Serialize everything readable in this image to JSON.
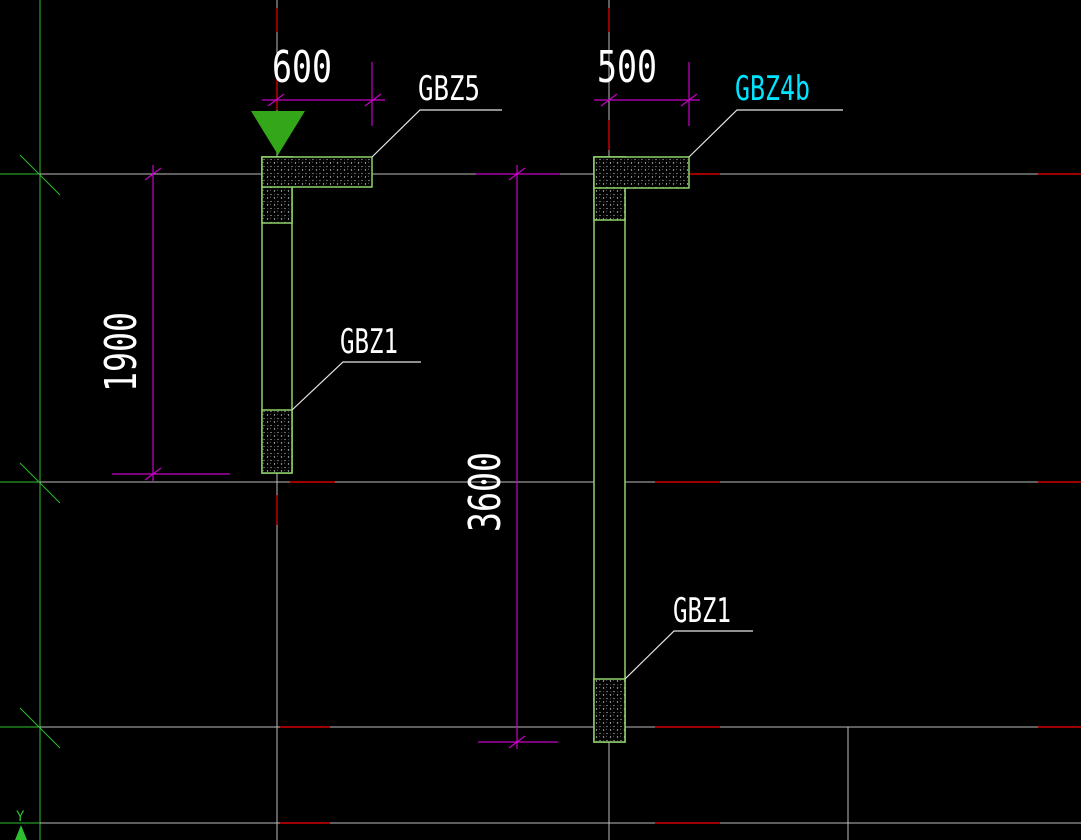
{
  "drawing": {
    "colors": {
      "background": "#000000",
      "axis_grey": "#bdbdbd",
      "axis_red": "#d20000",
      "grid_green": "#2fbf2f",
      "dimension": "#c800c8",
      "wall_outline": "#8fd16a",
      "hatch": "#c8c8c8",
      "leader": "#e6e6e6",
      "label_white": "#ffffff",
      "label_cyan": "#00e5ff",
      "marker_green": "#33a619"
    },
    "dimensions": {
      "dim_600": "600",
      "dim_500": "500",
      "dim_1900": "1900",
      "dim_3600": "3600"
    },
    "labels": {
      "gbz5": "GBZ5",
      "gbz4b": "GBZ4b",
      "gbz1_left": "GBZ1",
      "gbz1_right": "GBZ1"
    },
    "ucs_axis_letter": "Y",
    "icons": {
      "marker": "insertion-triangle-marker-icon",
      "ucs": "ucs-axis-icon"
    }
  }
}
